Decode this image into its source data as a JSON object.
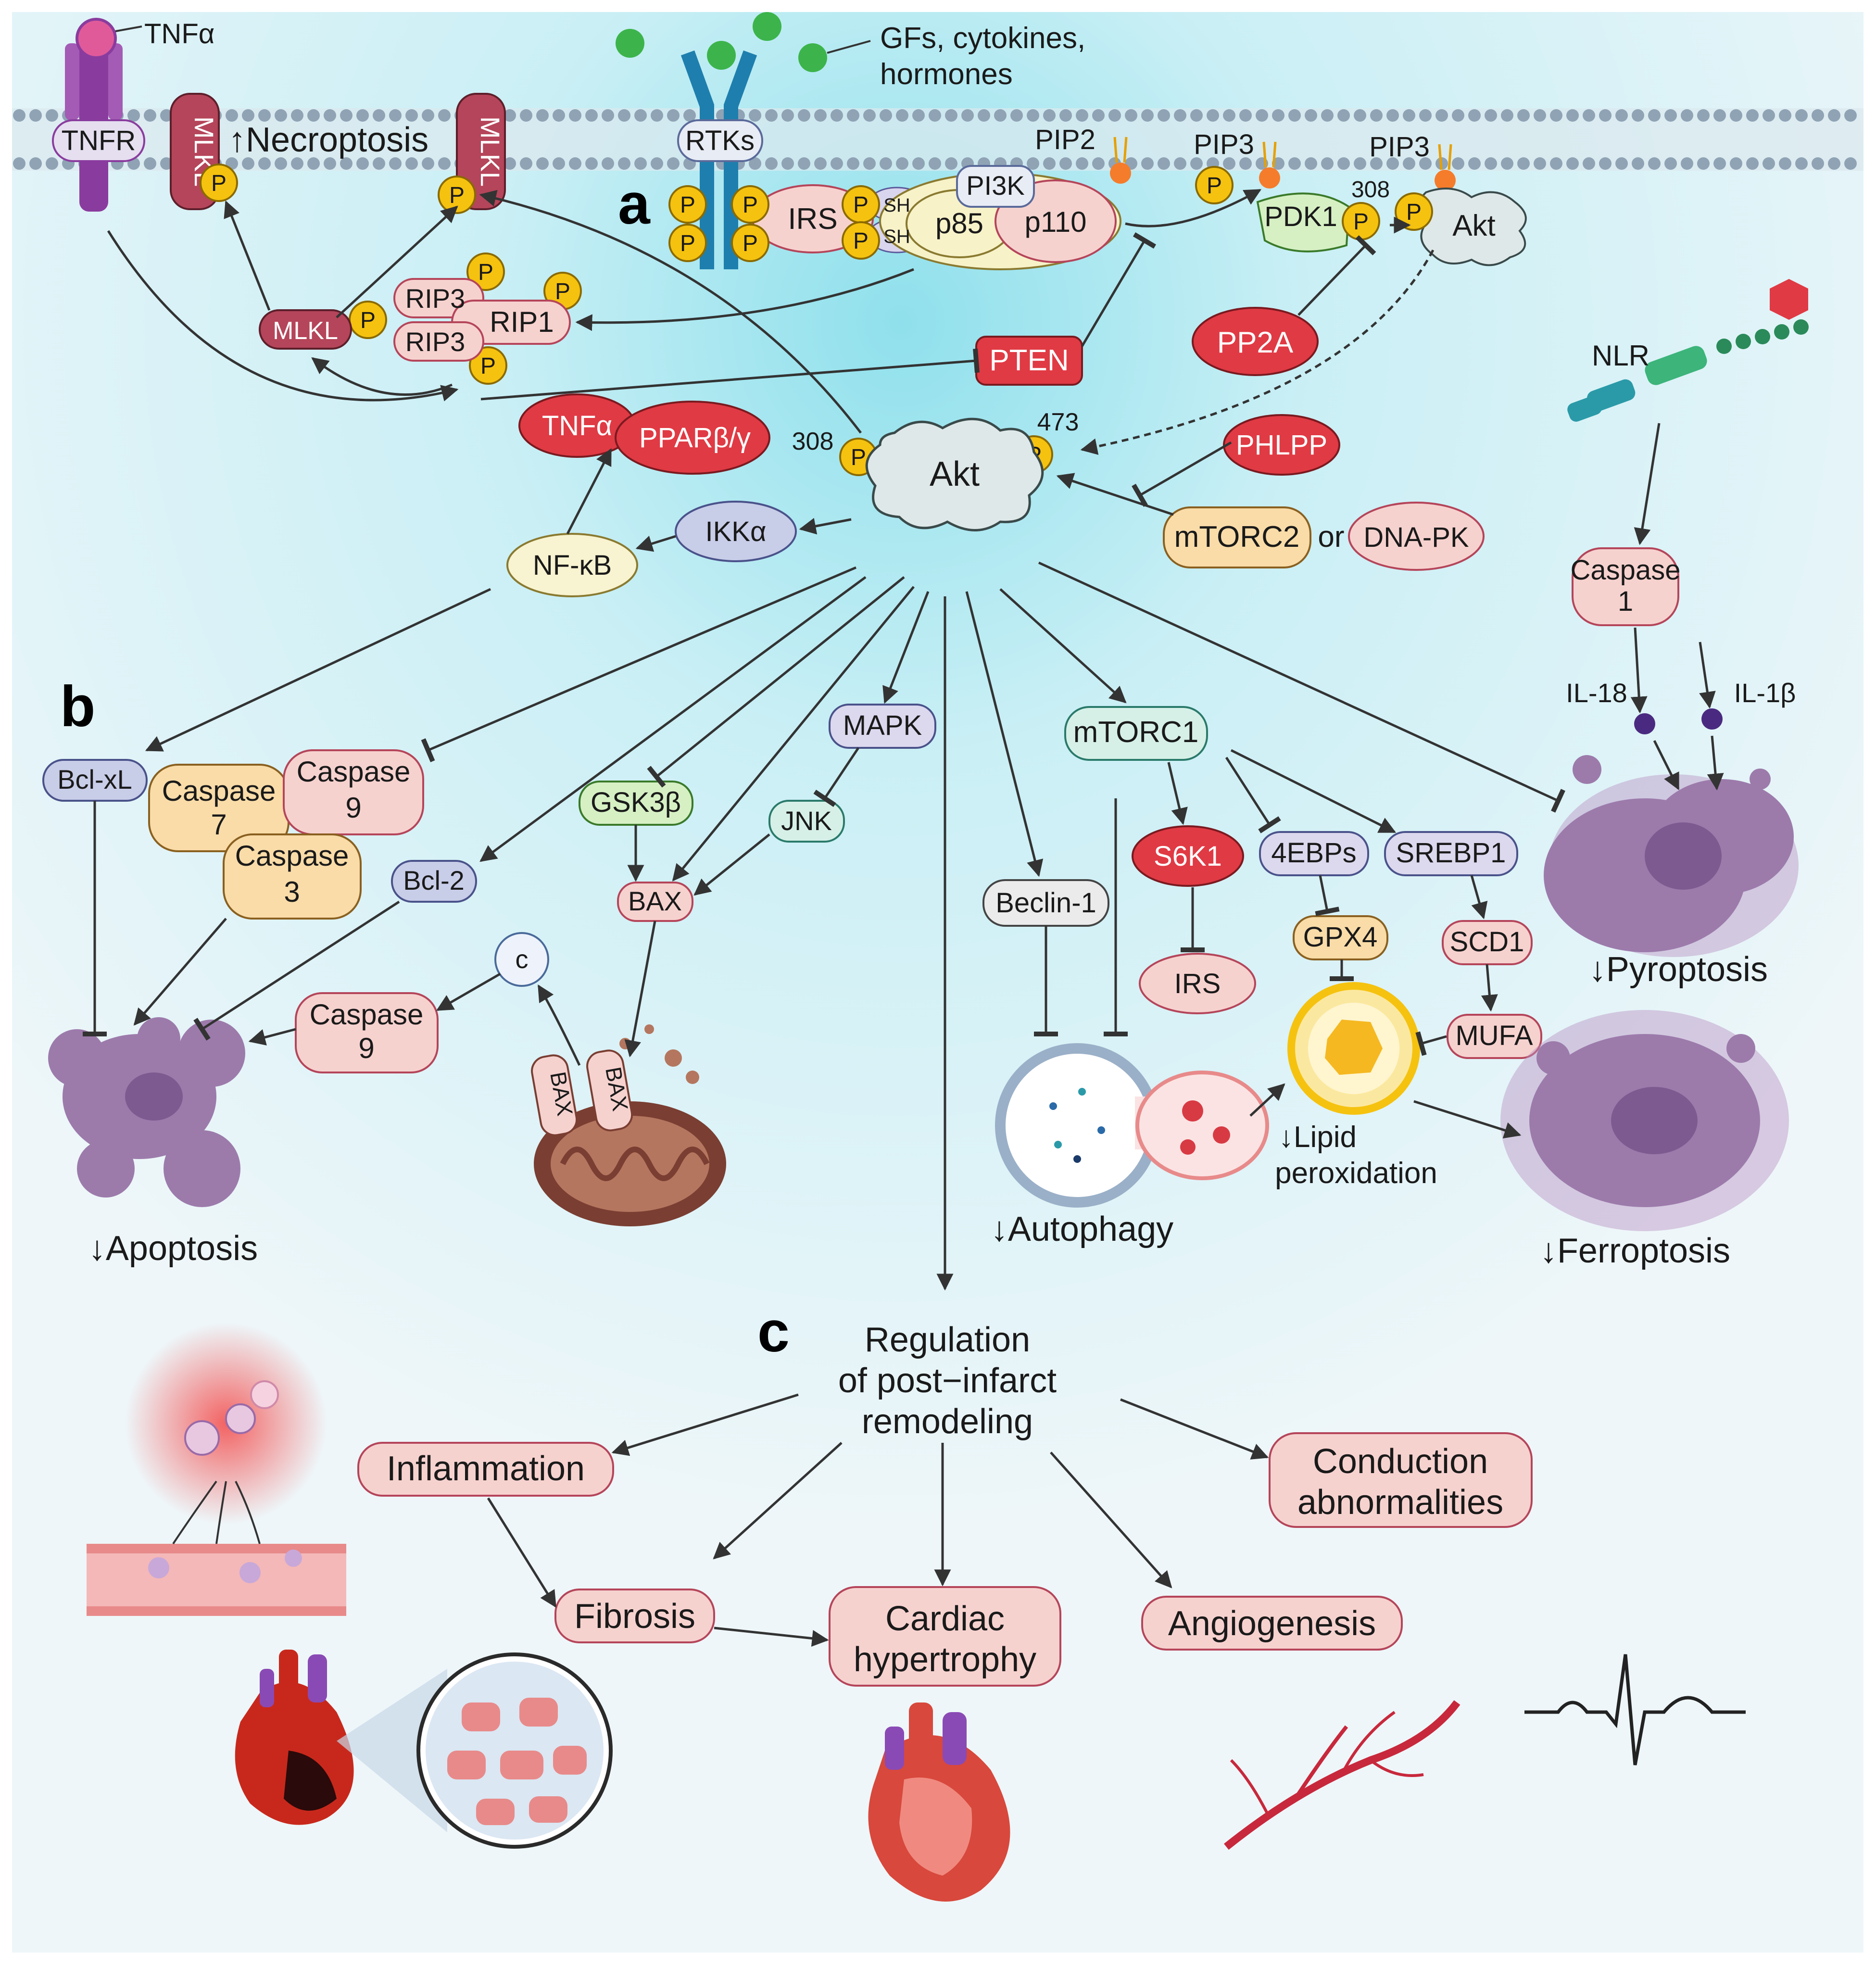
{
  "panel_letters": {
    "a": "a",
    "b": "b",
    "c": "c"
  },
  "membrane": {
    "tnfa_ligand": "TNFα",
    "tnfr": "TNFR",
    "mlkl_left": "MLKL",
    "mlkl_right": "MLKL",
    "necroptosis": "↑Necroptosis",
    "gfs_line1": "GFs, cytokines,",
    "gfs_line2": "hormones",
    "rtks": "RTKs",
    "irs": "IRS",
    "sh1": "SH",
    "sh2": "SH",
    "pi3k": "PI3K",
    "p85": "p85",
    "p110": "p110",
    "pip2": "PIP2",
    "pip3_a": "PIP3",
    "pip3_b": "PIP3",
    "pdk1": "PDK1",
    "akt_membrane": "Akt",
    "site_308_top": "308",
    "phospho": "P"
  },
  "necroptosis_complex": {
    "mlkl": "MLKL",
    "rip3_top": "RIP3",
    "rip1": "RIP1",
    "rip3_bottom": "RIP3"
  },
  "regulators": {
    "pten": "PTEN",
    "pp2a": "PP2A",
    "phlpp": "PHLPP",
    "mtorc2": "mTORC2",
    "or": "or",
    "dnapk": "DNA-PK",
    "tnfa": "TNFα",
    "ppar": "PPARβ/γ",
    "ikka": "IKKα",
    "nfkb": "NF-κB"
  },
  "akt_center": {
    "label": "Akt",
    "site_308": "308",
    "site_473": "473"
  },
  "pyroptosis": {
    "nlr": "NLR",
    "caspase1_line1": "Caspase",
    "caspase1_line2": "1",
    "il18": "IL-18",
    "il1b": "IL-1β",
    "outcome": "↓Pyroptosis"
  },
  "apoptosis": {
    "bclxl": "Bcl-xL",
    "caspase7_line1": "Caspase",
    "caspase7_line2": "7",
    "caspase9_line1": "Caspase",
    "caspase9_line2": "9",
    "caspase3_line1": "Caspase",
    "caspase3_line2": "3",
    "bcl2": "Bcl-2",
    "gsk3b": "GSK3β",
    "mapk": "MAPK",
    "jnk": "JNK",
    "bax": "BAX",
    "cyt_c": "c",
    "caspase9b_line1": "Caspase",
    "caspase9b_line2": "9",
    "mito_bax1": "BAX",
    "mito_bax2": "BAX",
    "outcome": "↓Apoptosis"
  },
  "autophagy": {
    "mtorc1": "mTORC1",
    "beclin1": "Beclin-1",
    "s6k1": "S6K1",
    "irs": "IRS",
    "outcome": "↓Autophagy"
  },
  "ferroptosis": {
    "ebps": "4EBPs",
    "gpx4": "GPX4",
    "srebp1": "SREBP1",
    "scd1": "SCD1",
    "mufa": "MUFA",
    "lipid_line1": "↓Lipid",
    "lipid_line2": "peroxidation",
    "outcome": "↓Ferroptosis"
  },
  "remodeling": {
    "title_line1": "Regulation",
    "title_line2": "of post−infarct",
    "title_line3": "remodeling",
    "inflammation": "Inflammation",
    "conduction_line1": "Conduction",
    "conduction_line2": "abnormalities",
    "fibrosis": "Fibrosis",
    "hypertrophy_line1": "Cardiac",
    "hypertrophy_line2": "hypertrophy",
    "angiogenesis": "Angiogenesis"
  },
  "colors": {
    "background_glow": "#b6ebf2",
    "membrane": "#8fa3b5",
    "phospho": "#f5c20f",
    "red_node": "#e03a44",
    "pink_node": "#f6d2cf",
    "cell_purple": "#9c7bab"
  }
}
